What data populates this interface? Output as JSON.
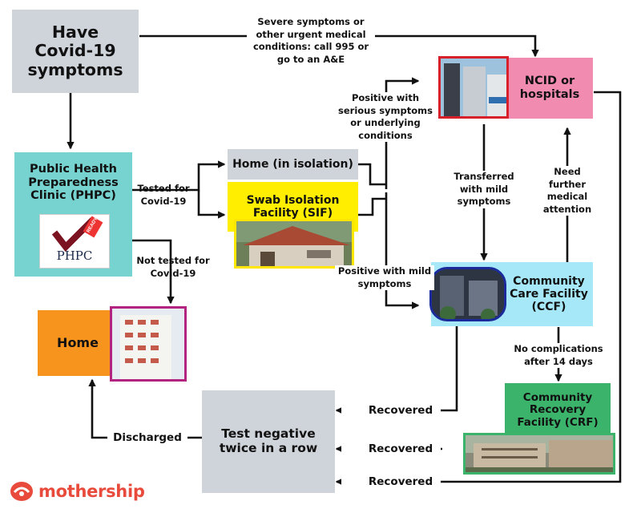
{
  "nodes": {
    "have_covid": "Have\nCovid-19\nsymptoms",
    "phpc": "Public Health\nPreparedness\nClinic (PHPC)",
    "phpc_logo_text": "PHPC",
    "phpc_logo_badge": "READY",
    "home_isolation": "Home (in isolation)",
    "sif": "Swab Isolation\nFacility (SIF)",
    "ncid": "NCID or\nhospitals",
    "ccf": "Community\nCare Facility\n(CCF)",
    "crf": "Community\nRecovery\nFacility (CRF)",
    "home": "Home",
    "test_negative": "Test negative\ntwice in a row"
  },
  "labels": {
    "severe": "Severe symptoms or\nother urgent medical\nconditions: call 995 or\ngo to an A&E",
    "tested": "Tested for\nCovid-19",
    "not_tested": "Not tested for\nCovid-19",
    "positive_serious": "Positive with\nserious symptoms\nor underlying\nconditions",
    "positive_mild": "Positive with mild\nsymptoms",
    "transferred": "Transferred\nwith mild\nsymptoms",
    "need_further": "Need\nfurther\nmedical\nattention",
    "no_complications": "No complications\nafter 14 days",
    "recovered_1": "Recovered",
    "recovered_2": "Recovered",
    "recovered_3": "Recovered",
    "discharged": "Discharged"
  },
  "brand": {
    "name": "mothership"
  },
  "colors": {
    "grey_box": "#cfd3da",
    "phpc_teal": "#76d3cf",
    "sif_yellow": "#ffee00",
    "ncid_pink": "#f28bb0",
    "ccf_blue": "#a6e8f8",
    "crf_green": "#3bb36b",
    "home_orange": "#f6941e",
    "brand_red": "#e84b3c"
  },
  "icons": [
    "mothership-logo-icon",
    "checkmark-icon",
    "house-photo",
    "hospital-photo",
    "building-photo"
  ]
}
